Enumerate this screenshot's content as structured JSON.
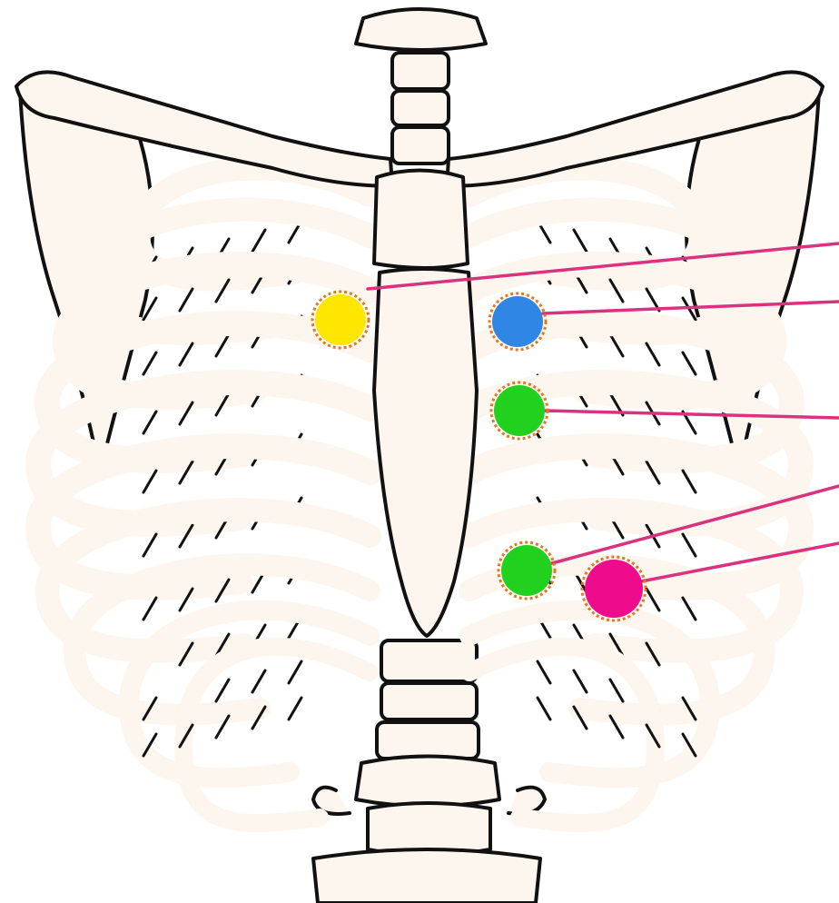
{
  "colors": {
    "bone_fill": "#fdf6ee",
    "outline": "#111111",
    "leader_line": "#d9327e",
    "marker_halo": "#e2781f"
  },
  "markers": [
    {
      "id": "yellow",
      "color": "#ffe600"
    },
    {
      "id": "blue",
      "color": "#2f86e4"
    },
    {
      "id": "green-upper",
      "color": "#22d11e"
    },
    {
      "id": "green-lower",
      "color": "#22d11e"
    },
    {
      "id": "magenta",
      "color": "#ee0b8c"
    }
  ],
  "leader_lines": [
    {
      "from": "yellow"
    },
    {
      "from": "blue"
    },
    {
      "from": "green-upper"
    },
    {
      "from": "green-lower"
    },
    {
      "from": "magenta"
    }
  ]
}
